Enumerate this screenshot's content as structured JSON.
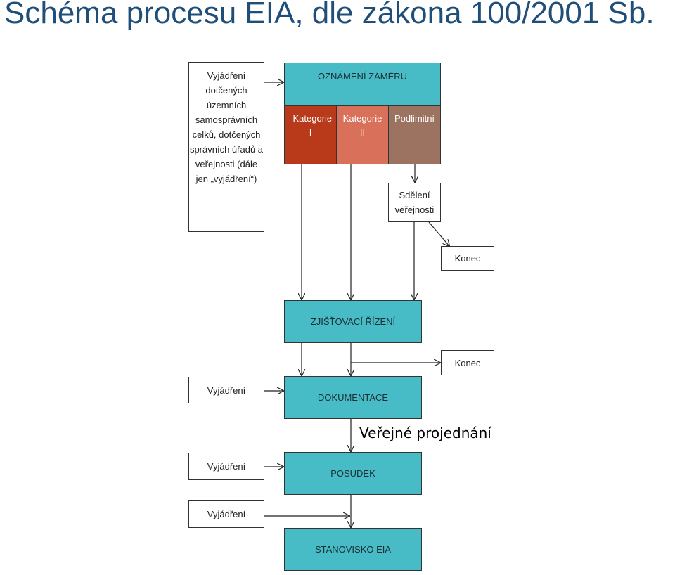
{
  "title": "Schéma procesu EIA, dle zákona 100/2001 Sb.",
  "left_note": "Vyjádření dotčených územních samosprávních celků, dotčených správních úřadů a veřejnosti (dále jen „vyjádření“)",
  "oznameni": "OZNÁMENÍ ZÁMĚRU",
  "kategorie_1": "Kategorie I",
  "kategorie_2": "Kategorie II",
  "podlimitni": "Podlimitní",
  "sdeleni": "Sdělení veřejnosti",
  "konec_1": "Konec",
  "zjistovaci": "ZJIŠŤOVACÍ ŘÍZENÍ",
  "konec_2": "Konec",
  "vyjadreni_1": "Vyjádření",
  "dokumentace": "DOKUMENTACE",
  "verejne_projednani": "Veřejné projednání",
  "vyjadreni_2": "Vyjádření",
  "posudek": "POSUDEK",
  "vyjadreni_3": "Vyjádření",
  "stanovisko": "STANOVISKO EIA",
  "colors": {
    "teal": "#47bcc6",
    "kategorie_1": "#b83a1a",
    "kategorie_2": "#d9705a",
    "podlimitni": "#9c7260",
    "title": "#1f4e79"
  }
}
